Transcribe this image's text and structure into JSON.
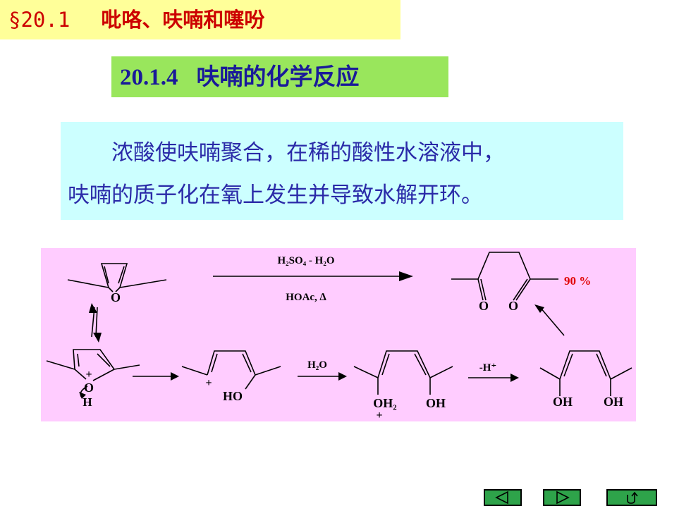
{
  "header": {
    "section_number": "§20.1",
    "section_title": "吡咯、呋喃和噻吩"
  },
  "subheader": {
    "number": "20.1.4",
    "title": "呋喃的化学反应"
  },
  "paragraph": {
    "line1": "浓酸使呋喃聚合，在稀的酸性水溶液中，",
    "line2": "呋喃的质子化在氧上发生并导致水解开环。"
  },
  "scheme": {
    "reagent_top": "H₂SO₄ - H₂O",
    "reagent_bottom": "HOAc, ∆",
    "yield": "90 %",
    "step_h2o": "H₂O",
    "step_minus_h": "-H⁺",
    "atom_O": "O",
    "atom_H": "H",
    "atom_HO": "HO",
    "atom_OH": "OH",
    "atom_OH2": "OH₂",
    "charge_plus": "+",
    "yield_color": "#e00000"
  },
  "nav": {
    "prev_icon": "triangle-left-icon",
    "next_icon": "triangle-right-icon",
    "return_icon": "return-arrow-icon"
  }
}
